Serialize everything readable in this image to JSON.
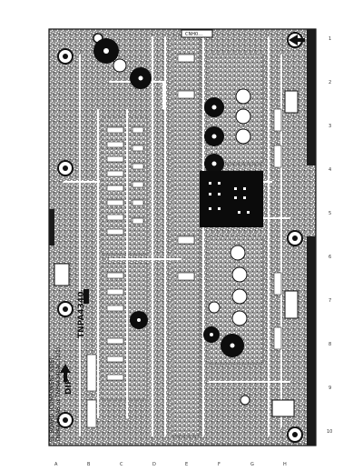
{
  "board": {
    "caption_line1": "SC BOARD (COMPONENT SIDE)",
    "caption_line2": "TNPA4340AB or TNPA4340AC (1/1)",
    "board_label": "TNPA4340",
    "dip_label": "DIP",
    "top_label": "CNH0…"
  },
  "grid": {
    "bottom_refs": [
      "A",
      "B",
      "C",
      "D",
      "E",
      "F",
      "G",
      "H"
    ],
    "right_refs": [
      "1",
      "2",
      "3",
      "4",
      "5",
      "6",
      "7",
      "8",
      "9",
      "10"
    ]
  },
  "colors": {
    "board_gray": "#8a8a8a",
    "trace_white": "#ffffff",
    "ink": "#000000",
    "outline": "#1a1a1a"
  }
}
